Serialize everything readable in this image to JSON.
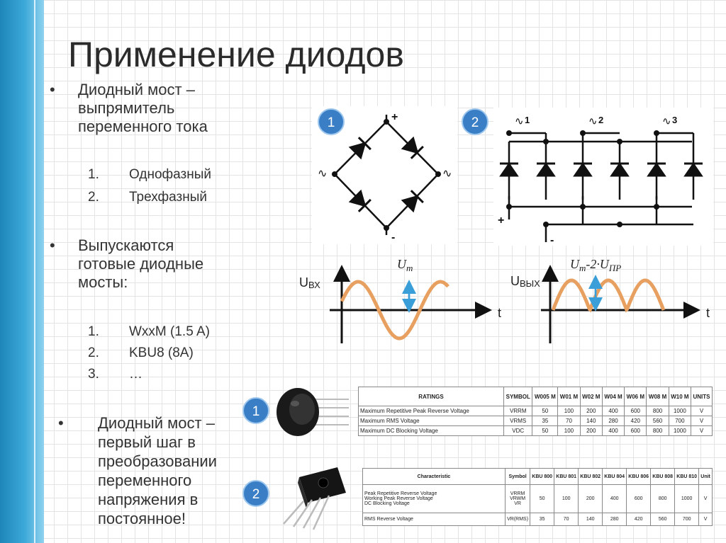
{
  "title": "Применение диодов",
  "bullets": {
    "b1_lines": [
      "Диодный мост –",
      "выпрямитель",
      "переменного тока"
    ],
    "b1_items": [
      {
        "num": "1.",
        "text": "Однофазный"
      },
      {
        "num": "2.",
        "text": "Трехфазный"
      }
    ],
    "b2_lines": [
      "Выпускаются",
      "готовые диодные",
      "мосты:"
    ],
    "b2_items": [
      {
        "num": "1.",
        "text": "WxxM (1.5 A)"
      },
      {
        "num": "2.",
        "text": "KBU8 (8A)"
      },
      {
        "num": "3.",
        "text": "…"
      }
    ],
    "b3_lines": [
      "Диодный мост –",
      "первый шаг в",
      "преобразовании",
      "переменного",
      "напряжения в",
      "постоянное!"
    ],
    "dot": "•"
  },
  "badges": {
    "one": "1",
    "two": "2"
  },
  "diagram1": {
    "plus": "+",
    "minus": "-",
    "ac": "∿"
  },
  "diagram2": {
    "phase1": "1",
    "phase2": "2",
    "phase3": "3",
    "ac": "∿",
    "plus": "+",
    "minus": "-"
  },
  "wave_in": {
    "u_label": "U",
    "u_sub": "ВХ",
    "t_label": "t",
    "um": "U",
    "um_sub": "m"
  },
  "wave_out": {
    "u_label": "U",
    "u_sub": "ВЫХ",
    "t_label": "t",
    "um": "U",
    "um_sub": "m",
    "minus": "-2·U",
    "pr_sub": "ПР"
  },
  "colors": {
    "wave": "#e8a060",
    "arrow": "#3a9fd8",
    "badge": "#3a7fc6"
  },
  "table1": {
    "headers": [
      "RATINGS",
      "SYMBOL",
      "W005 M",
      "W01 M",
      "W02 M",
      "W04 M",
      "W06 M",
      "W08 M",
      "W10 M",
      "UNITS"
    ],
    "rows": [
      [
        "Maximum Repetitive Peak Reverse Voltage",
        "VRRM",
        "50",
        "100",
        "200",
        "400",
        "600",
        "800",
        "1000",
        "V"
      ],
      [
        "Maximum RMS Voltage",
        "VRMS",
        "35",
        "70",
        "140",
        "280",
        "420",
        "560",
        "700",
        "V"
      ],
      [
        "Maximum DC Blocking Voltage",
        "VDC",
        "50",
        "100",
        "200",
        "400",
        "600",
        "800",
        "1000",
        "V"
      ]
    ]
  },
  "table2": {
    "headers": [
      "Characteristic",
      "Symbol",
      "KBU 800",
      "KBU 801",
      "KBU 802",
      "KBU 804",
      "KBU 806",
      "KBU 808",
      "KBU 810",
      "Unit"
    ],
    "row1_char": [
      "Peak Repetitive Reverse Voltage",
      "Working Peak Reverse Voltage",
      "DC Blocking Voltage"
    ],
    "row1_sym": [
      "VRRM",
      "VRWM",
      "VR"
    ],
    "row1_vals": [
      "50",
      "100",
      "200",
      "400",
      "600",
      "800",
      "1000",
      "V"
    ],
    "row2": [
      "RMS Reverse Voltage",
      "VR(RMS)",
      "35",
      "70",
      "140",
      "280",
      "420",
      "560",
      "700",
      "V"
    ]
  }
}
